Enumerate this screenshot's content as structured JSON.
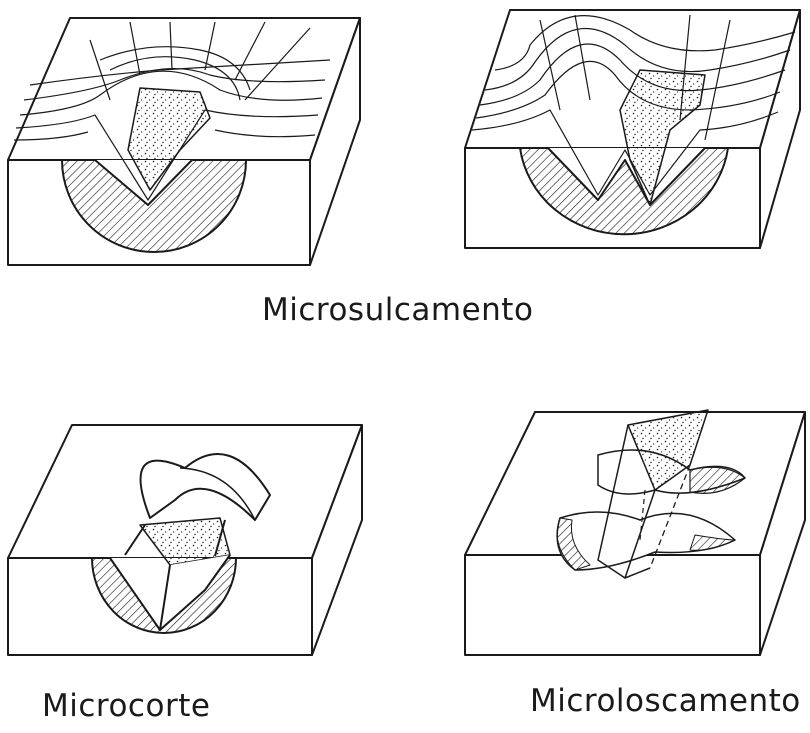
{
  "labels": {
    "microsulcamento": "Microsulcamento",
    "microcorte": "Microcorte",
    "microlascamento": "Microloscamento"
  },
  "colors": {
    "ink": "#1a1a1a",
    "background": "#ffffff"
  }
}
